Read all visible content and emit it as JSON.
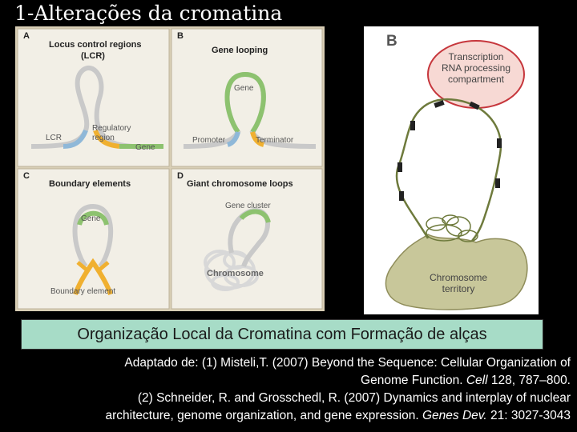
{
  "slide": {
    "title": "1-Alterações da cromatina",
    "caption": "Organização Local da Cromatina com Formação de alças"
  },
  "figure_a": {
    "panel_a_letter": "A",
    "panel_a_title_1": "Locus control regions",
    "panel_a_title_2": "(LCR)",
    "panel_a_lcr": "LCR",
    "panel_a_regulatory_1": "Regulatory",
    "panel_a_regulatory_2": "region",
    "panel_a_gene": "Gene",
    "panel_b_letter": "B",
    "panel_b_title": "Gene looping",
    "panel_b_gene": "Gene",
    "panel_b_promoter": "Promoter",
    "panel_b_terminator": "Terminator",
    "panel_c_letter": "C",
    "panel_c_title": "Boundary elements",
    "panel_c_gene": "Gene",
    "panel_c_boundary": "Boundary element",
    "panel_d_letter": "D",
    "panel_d_title": "Giant chromosome loops",
    "panel_d_cluster": "Gene cluster",
    "panel_d_chromosome": "Chromosome"
  },
  "figure_b": {
    "letter": "B",
    "compartment_1": "Transcription",
    "compartment_2": "RNA processing",
    "compartment_3": "compartment",
    "territory_1": "Chromosome",
    "territory_2": "territory"
  },
  "references": {
    "line1": "Adaptado de: (1) Misteli,T. (2007) Beyond the Sequence: Cellular Organization of",
    "line2_pre": "Genome Function. ",
    "line2_italic": "Cell",
    "line2_post": " 128, 787–800.",
    "line3": "(2) Schneider, R. and Grosschedl, R. (2007) Dynamics and interplay of nuclear",
    "line4_pre": "architecture, genome organization, and gene expression. ",
    "line4_italic": "Genes Dev.",
    "line4_post": " 21: 3027-3043"
  },
  "colors": {
    "background": "#000000",
    "caption_box": "#a7dcc7",
    "gene_green": "#8dc26f",
    "regulatory_blue": "#8fb8d8",
    "boundary_orange": "#f0b030",
    "compartment_pink": "#f7d9d4",
    "territory_olive": "#c8c79a"
  }
}
